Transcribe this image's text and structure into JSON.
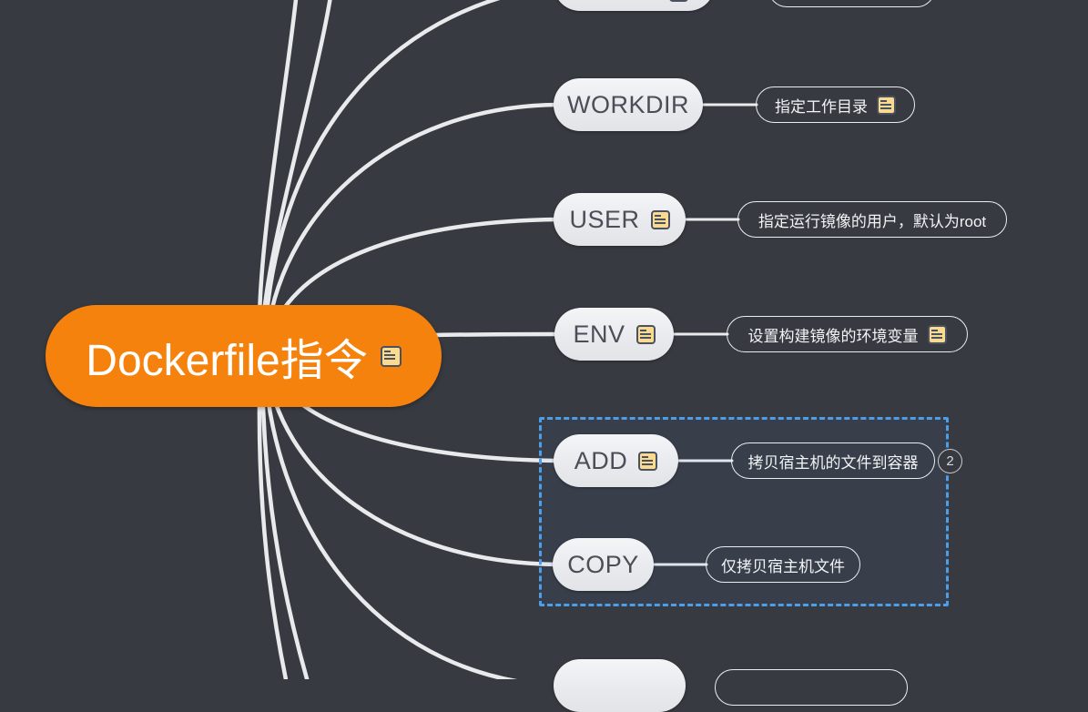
{
  "colors": {
    "background": "#373A41",
    "root_fill": "#F6820E",
    "root_text": "#FFFFFF",
    "topic_fill": "#EDEEF1",
    "topic_text": "#4A4E57",
    "child_border": "#ECEDEF",
    "child_text": "#F2F3F5",
    "branch": "#E9EAEC",
    "selection_blue": "#4D9EE8",
    "note_icon_fill": "#F9DA8F",
    "note_icon_stroke": "#4A5160"
  },
  "root": {
    "label": "Dockerfile指令",
    "note_icon": "note-icon"
  },
  "branches": [
    {
      "id": "top-partial",
      "label": "",
      "partial": true,
      "child": {
        "label": "",
        "partial": true
      }
    },
    {
      "id": "workdir",
      "label": "WORKDIR",
      "child": {
        "label": "指定工作目录",
        "note_icon": true
      }
    },
    {
      "id": "user",
      "label": "USER",
      "note_icon": true,
      "child": {
        "label": "指定运行镜像的用户，默认为root"
      }
    },
    {
      "id": "env",
      "label": "ENV",
      "note_icon": true,
      "child": {
        "label": "设置构建镜像的环境变量",
        "note_icon": true
      }
    },
    {
      "id": "add",
      "label": "ADD",
      "note_icon": true,
      "child": {
        "label": "拷贝宿主机的文件到容器"
      },
      "badge": "2",
      "selected": true
    },
    {
      "id": "copy",
      "label": "COPY",
      "child": {
        "label": "仅拷贝宿主机文件"
      },
      "selected": true
    },
    {
      "id": "bottom-partial",
      "label": "",
      "partial": true,
      "child": {
        "label": "",
        "partial": true
      }
    }
  ],
  "selection_group": {
    "badge_count": "2",
    "contains": [
      "ADD",
      "COPY"
    ]
  }
}
